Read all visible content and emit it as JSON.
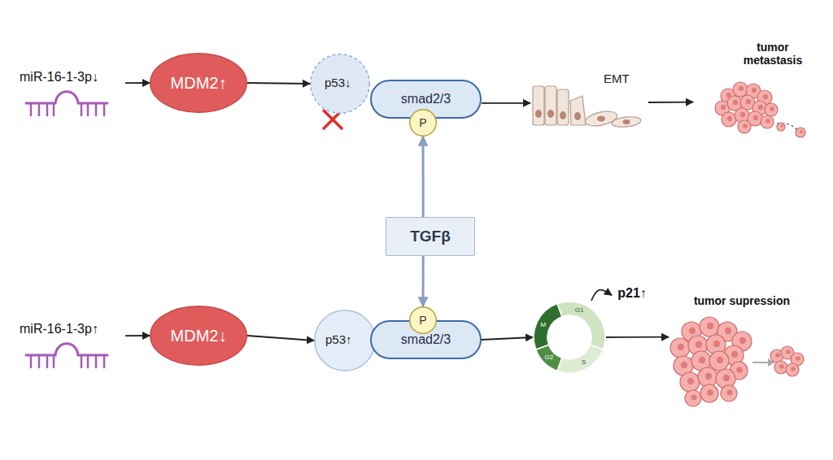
{
  "diagram": {
    "nodes": [
      {
        "text": [
          "miR-16-1-3p↓"
        ]
      },
      {
        "text": [
          "MDM2↑"
        ]
      },
      {
        "text": [
          "p53↓"
        ]
      },
      {
        "text": [
          "smad2/3"
        ]
      },
      {
        "text": [
          "P"
        ]
      },
      {
        "text": [
          "EMT"
        ]
      },
      {
        "text": [
          "tumor metastasis"
        ]
      },
      {
        "text": [
          "TGFβ"
        ]
      },
      {
        "text": [
          "miR-16-1-3p↑"
        ]
      },
      {
        "text": [
          "MDM2↓"
        ]
      },
      {
        "text": [
          "p53↑"
        ]
      },
      {
        "text": [
          "smad2/3"
        ]
      },
      {
        "text": [
          "P"
        ]
      },
      {
        "text": [
          "G1",
          "S",
          "G2",
          "M"
        ]
      },
      {
        "text": [
          "p21↑"
        ]
      },
      {
        "text": [
          "tumor supression"
        ]
      }
    ],
    "edges": [
      {
        "from": 0,
        "to": 1,
        "arrow": "to"
      },
      {
        "from": 1,
        "to": 2,
        "arrow": "to"
      },
      {
        "from": 3,
        "to": 5,
        "arrow": "to"
      },
      {
        "from": 5,
        "to": 6,
        "arrow": "to"
      },
      {
        "from": 7,
        "to": 4,
        "arrow": "to"
      },
      {
        "from": 7,
        "to": 12,
        "arrow": "to"
      },
      {
        "from": 8,
        "to": 9,
        "arrow": "to"
      },
      {
        "from": 9,
        "to": 10,
        "arrow": "to"
      },
      {
        "from": 11,
        "to": 13,
        "arrow": "to"
      },
      {
        "from": 13,
        "to": 14,
        "arrow": "to"
      },
      {
        "from": 13,
        "to": 15,
        "arrow": "to"
      }
    ]
  }
}
